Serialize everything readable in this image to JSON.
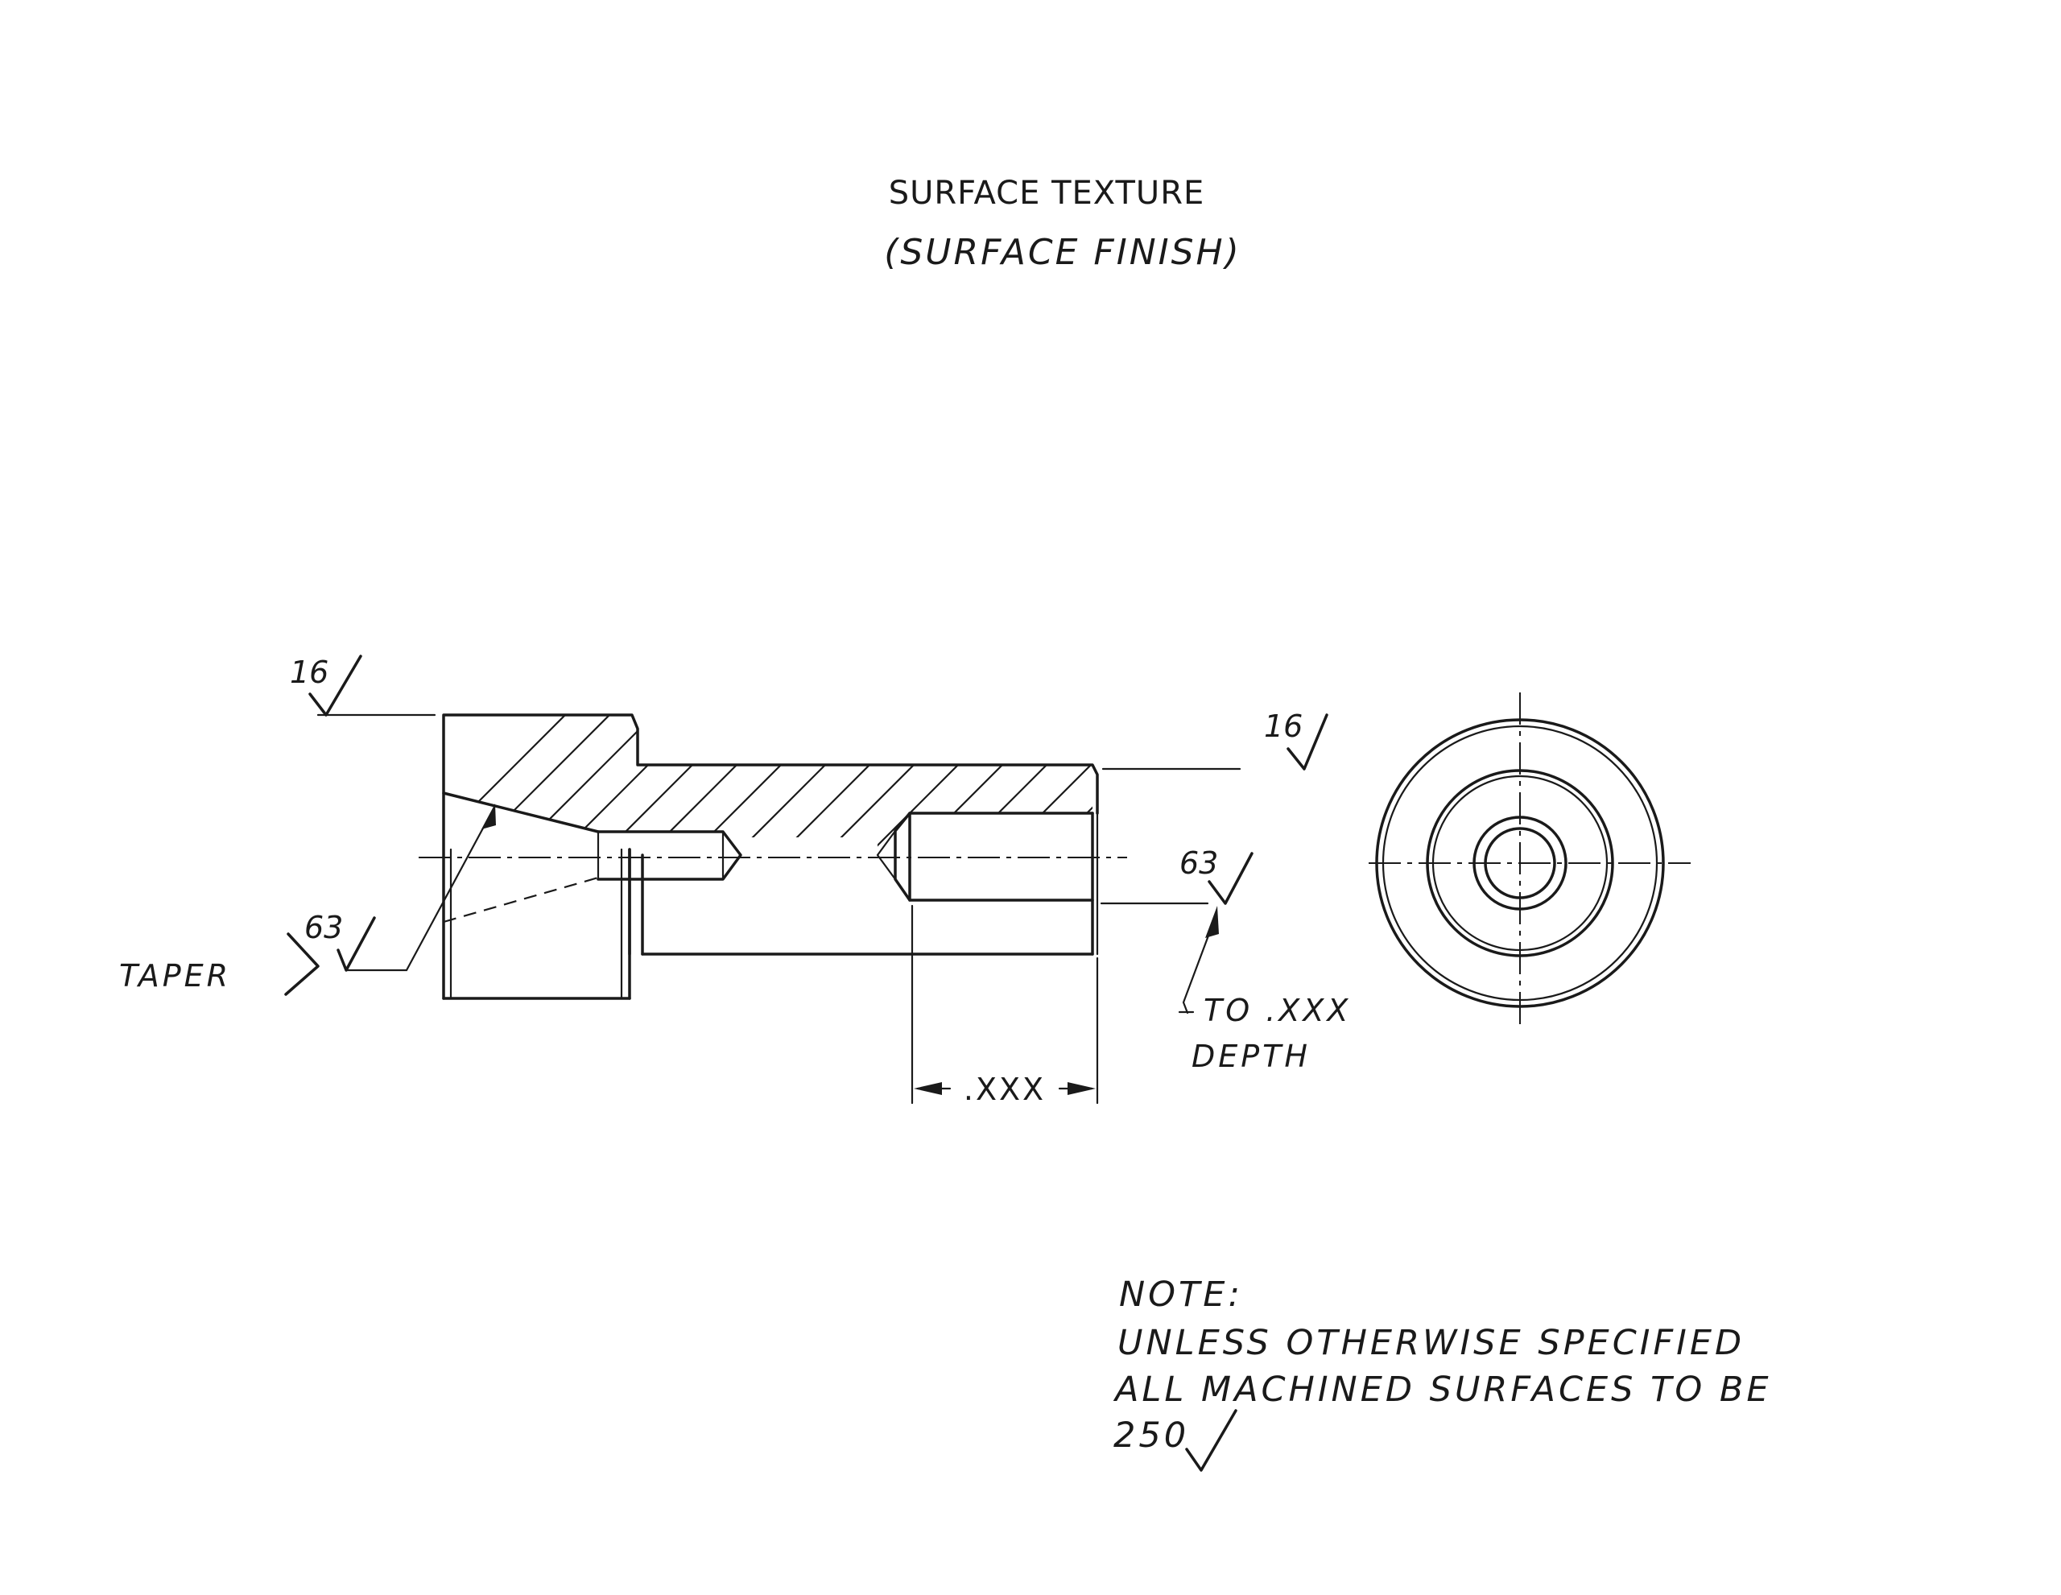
{
  "title": {
    "line1": "SURFACE  TEXTURE",
    "line2": "(SURFACE FINISH)"
  },
  "finish_symbols": {
    "top_left": "16",
    "top_right": "16",
    "taper": "63",
    "bore": "63"
  },
  "labels": {
    "taper": "TAPER",
    "depth_line1": "TO .XXX",
    "depth_line2": "DEPTH",
    "dimension": ".XXX"
  },
  "note": {
    "heading": "NOTE:",
    "line1": "UNLESS OTHERWISE SPECIFIED",
    "line2": "ALL MACHINED SURFACES TO BE",
    "value": "250"
  }
}
